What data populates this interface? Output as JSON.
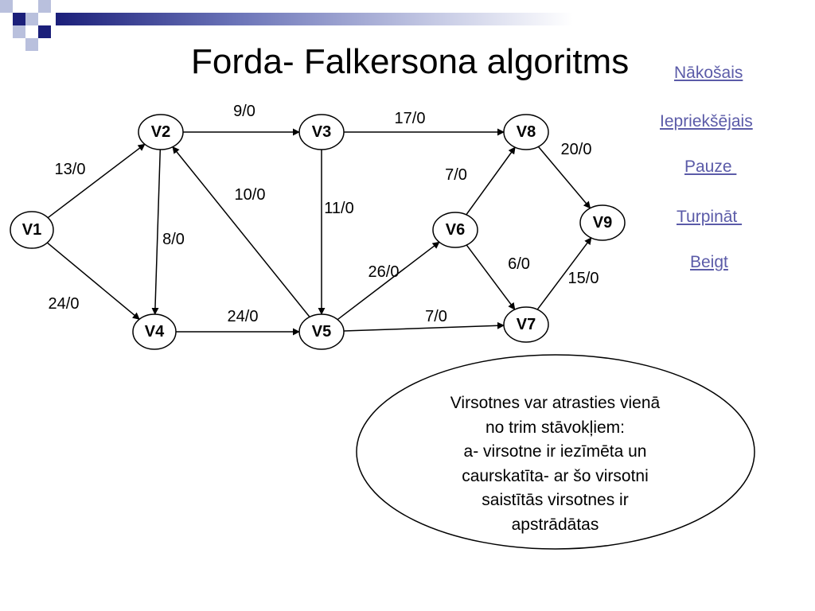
{
  "title": "Forda- Falkersona algoritms",
  "navigation": [
    {
      "id": "next",
      "label": "Nākošais"
    },
    {
      "id": "prev",
      "label": "Iepriekšējais"
    },
    {
      "id": "pause",
      "label": "Pauze "
    },
    {
      "id": "continue",
      "label": "Turpināt "
    },
    {
      "id": "end",
      "label": "Beigt"
    }
  ],
  "colors": {
    "accent_dark": "#1b1f7a",
    "accent_mid": "#6b74b8",
    "accent_light": "#b9c0dd",
    "link": "#5b5ba8"
  },
  "graph": {
    "nodes": [
      {
        "id": "V1",
        "label": "V1"
      },
      {
        "id": "V2",
        "label": "V2"
      },
      {
        "id": "V3",
        "label": "V3"
      },
      {
        "id": "V4",
        "label": "V4"
      },
      {
        "id": "V5",
        "label": "V5"
      },
      {
        "id": "V6",
        "label": "V6"
      },
      {
        "id": "V7",
        "label": "V7"
      },
      {
        "id": "V8",
        "label": "V8"
      },
      {
        "id": "V9",
        "label": "V9"
      }
    ],
    "edges": [
      {
        "from": "V1",
        "to": "V2",
        "label": "13/0"
      },
      {
        "from": "V1",
        "to": "V4",
        "label": "24/0"
      },
      {
        "from": "V2",
        "to": "V3",
        "label": "9/0"
      },
      {
        "from": "V2",
        "to": "V4",
        "label": "8/0"
      },
      {
        "from": "V5",
        "to": "V2",
        "label": "10/0"
      },
      {
        "from": "V3",
        "to": "V5",
        "label": "11/0"
      },
      {
        "from": "V3",
        "to": "V8",
        "label": "17/0"
      },
      {
        "from": "V4",
        "to": "V5",
        "label": "24/0"
      },
      {
        "from": "V5",
        "to": "V6",
        "label": "26/0"
      },
      {
        "from": "V5",
        "to": "V7",
        "label": "7/0"
      },
      {
        "from": "V6",
        "to": "V8",
        "label": "7/0"
      },
      {
        "from": "V6",
        "to": "V7",
        "label": "6/0"
      },
      {
        "from": "V8",
        "to": "V9",
        "label": "20/0"
      },
      {
        "from": "V7",
        "to": "V9",
        "label": "15/0"
      }
    ]
  },
  "note": {
    "lines": [
      "Virsotnes var atrasties vienā",
      "no trim stāvokļiem:",
      "a- virsotne ir iezīmēta un",
      "caurskatīta- ar šo virsotni",
      "saistītās virsotnes ir",
      "apstrādātas"
    ]
  }
}
